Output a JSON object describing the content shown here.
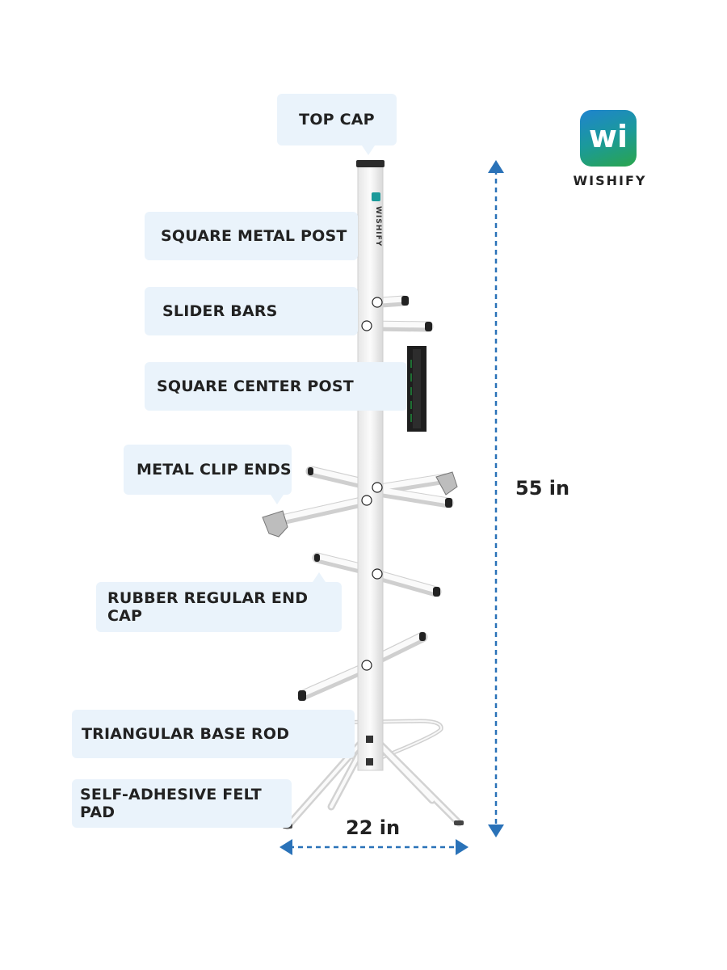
{
  "brand": {
    "name": "WISHIFY",
    "post_text": "WISHIFY",
    "logo_letters": "wi",
    "logo_colors": [
      "#1f83cf",
      "#1b9a9a",
      "#2aa54c"
    ]
  },
  "labels": {
    "top_cap": "TOP CAP",
    "square_metal_post": "SQUARE METAL POST",
    "slider_bars": "SLIDER BARS",
    "square_center_post": "SQUARE CENTER POST",
    "metal_clip_ends": "METAL CLIP ENDS",
    "rubber_end_cap": "RUBBER REGULAR END CAP",
    "triangular_base_rod": "TRIANGULAR BASE ROD",
    "felt_pad": "SELF-ADHESIVE FELT PAD"
  },
  "dimensions": {
    "width": "22 in",
    "height": "55 in"
  },
  "colors": {
    "label_bg": "#eaf3fb",
    "dim_arrow": "#2a72b8",
    "metal": "#f4f4f4"
  }
}
